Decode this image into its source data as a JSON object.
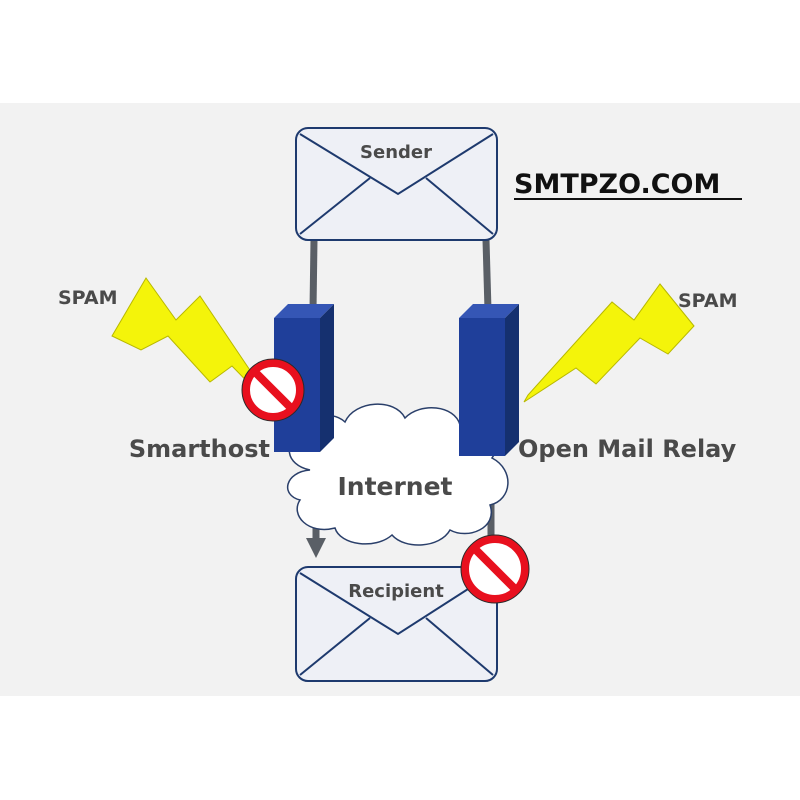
{
  "brand": {
    "text": "SMTPZO.COM"
  },
  "nodes": {
    "sender": "Sender",
    "recipient": "Recipient",
    "smarthost": "Smarthost",
    "relay": "Open Mail Relay",
    "internet": "Internet"
  },
  "spam": {
    "left": "SPAM",
    "right": "SPAM"
  },
  "colors": {
    "server_front": "#1f3f9a",
    "server_side": "#15306f",
    "lightning": "#f4f40a",
    "block_red": "#e8101e",
    "envelope_fill": "#eef0f6",
    "envelope_stroke": "#1e3a6e",
    "cable": "#5a5f66"
  },
  "icons": [
    "envelope-icon",
    "server-icon",
    "cloud-icon",
    "lightning-bolt-icon",
    "no-entry-icon",
    "arrow-down-icon"
  ]
}
